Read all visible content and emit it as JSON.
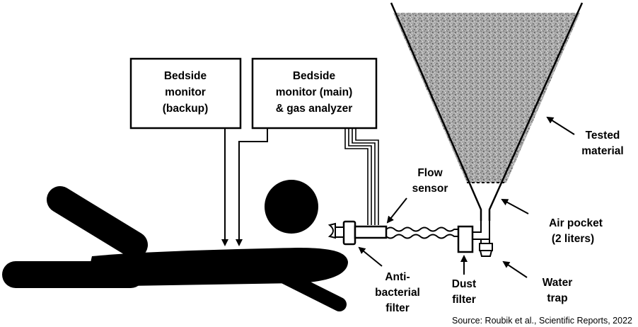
{
  "boxes": {
    "backup": {
      "line1": "Bedside",
      "line2": "monitor",
      "line3": "(backup)"
    },
    "main": {
      "line1": "Bedside",
      "line2": "monitor (main)",
      "line3": "& gas analyzer"
    }
  },
  "labels": {
    "flow_sensor": {
      "line1": "Flow",
      "line2": "sensor"
    },
    "antibacterial_filter": {
      "line1": "Anti-",
      "line2": "bacterial",
      "line3": "filter"
    },
    "dust_filter": {
      "line1": "Dust",
      "line2": "filter"
    },
    "water_trap": {
      "line1": "Water",
      "line2": "trap"
    },
    "air_pocket": {
      "line1": "Air pocket",
      "line2": "(2 liters)"
    },
    "tested_material": {
      "line1": "Tested",
      "line2": "material"
    }
  },
  "source": "Source: Roubik et al., Scientific Reports, 2022"
}
